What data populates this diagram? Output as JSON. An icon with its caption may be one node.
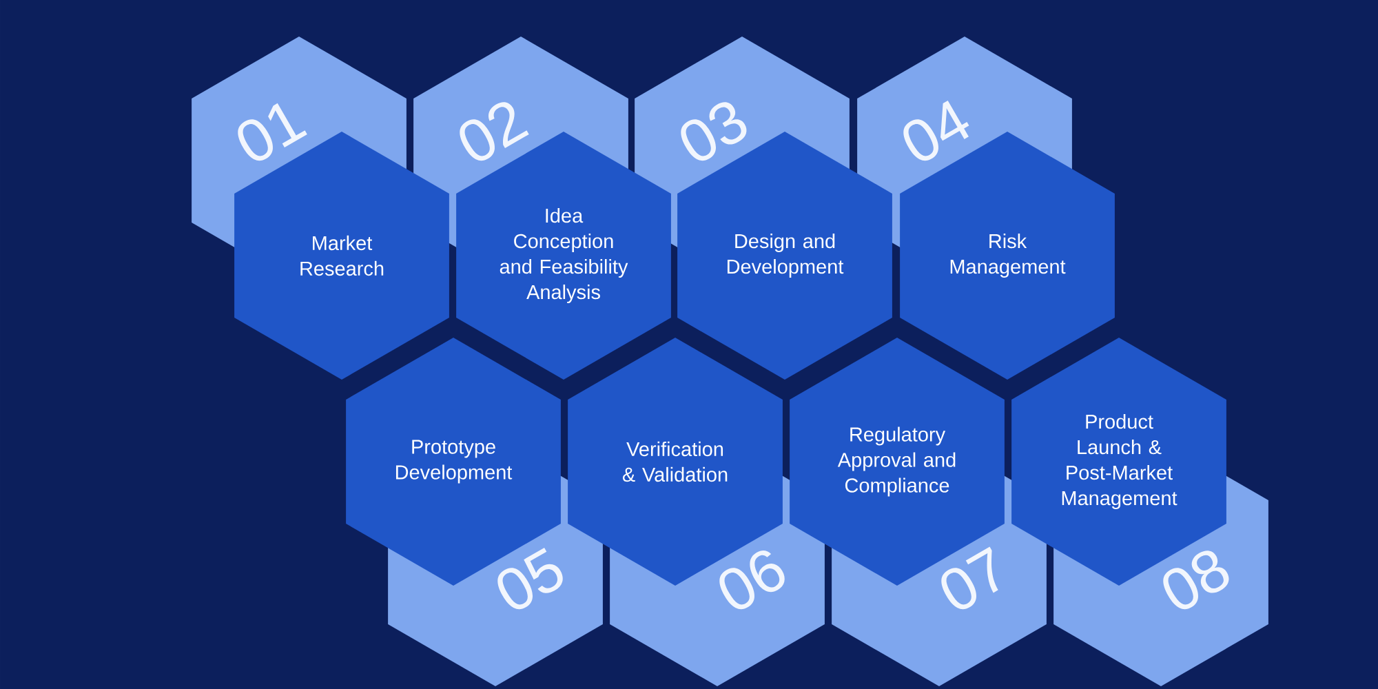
{
  "diagram": {
    "nodes": [
      {
        "text": [
          "01"
        ]
      },
      {
        "text": [
          "Market Research"
        ]
      },
      {
        "text": [
          "02"
        ]
      },
      {
        "text": [
          "Idea Conception and Feasibility Analysis"
        ]
      },
      {
        "text": [
          "03"
        ]
      },
      {
        "text": [
          "Design and Development"
        ]
      },
      {
        "text": [
          "04"
        ]
      },
      {
        "text": [
          "Risk Management"
        ]
      },
      {
        "text": [
          "05"
        ]
      },
      {
        "text": [
          "Prototype Development"
        ]
      },
      {
        "text": [
          "06"
        ]
      },
      {
        "text": [
          "Verification & Validation"
        ]
      },
      {
        "text": [
          "07"
        ]
      },
      {
        "text": [
          "Regulatory Approval and Compliance"
        ]
      },
      {
        "text": [
          "08"
        ]
      },
      {
        "text": [
          "Product Launch & Post-Market Management"
        ]
      }
    ]
  }
}
